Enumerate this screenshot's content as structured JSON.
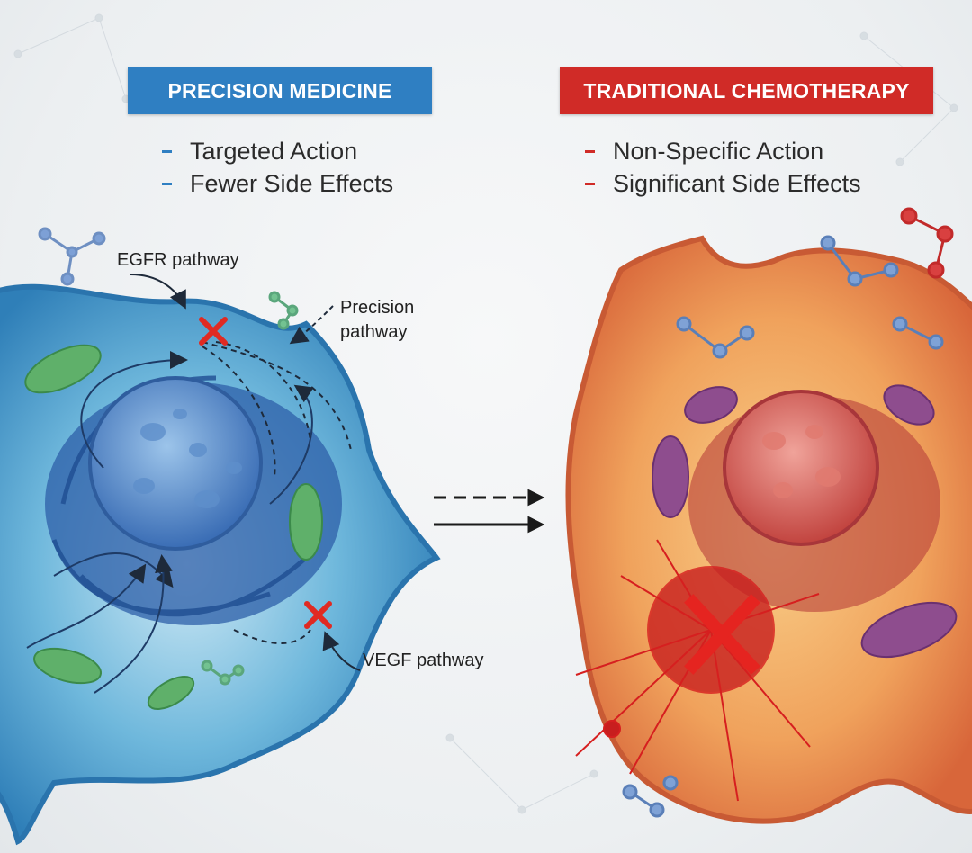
{
  "left_panel": {
    "title": "PRECISION MEDICINE",
    "bullets": [
      "Targeted Action",
      "Fewer Side Effects"
    ],
    "labels": {
      "egfr": "EGFR pathway",
      "precision_line1": "Precision",
      "precision_line2": "pathway",
      "vegf": "VEGF pathway"
    },
    "accent": "#2f7fc2"
  },
  "right_panel": {
    "title": "TRADITIONAL CHEMOTHERAPY",
    "bullets": [
      "Non-Specific Action",
      "Significant Side Effects"
    ],
    "accent": "#d02b27"
  }
}
